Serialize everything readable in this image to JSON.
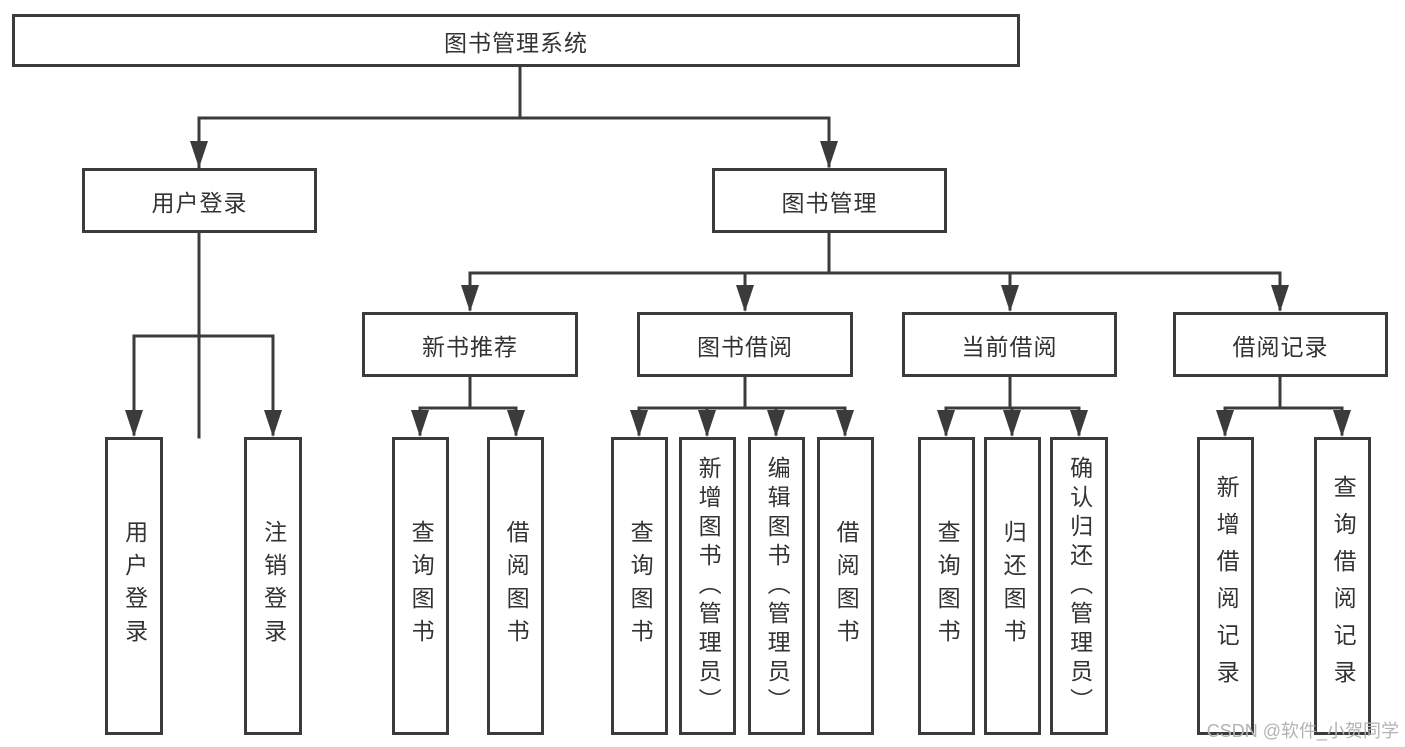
{
  "root": {
    "label": "图书管理系统"
  },
  "level2": {
    "user_login": {
      "label": "用户登录"
    },
    "book_mgmt": {
      "label": "图书管理"
    }
  },
  "level3": {
    "new_books": {
      "label": "新书推荐"
    },
    "borrowing": {
      "label": "图书借阅"
    },
    "current_borrow": {
      "label": "当前借阅"
    },
    "borrow_records": {
      "label": "借阅记录"
    }
  },
  "leaves": {
    "user_login": [
      "用户登录",
      "注销登录"
    ],
    "new_books": [
      "查询图书",
      "借阅图书"
    ],
    "borrowing": [
      "查询图书",
      "新增图书（管理员）",
      "编辑图书（管理员）",
      "借阅图书"
    ],
    "current_borrow": [
      "查询图书",
      "归还图书",
      "确认归还（管理员）"
    ],
    "borrow_records": [
      "新增借阅记录",
      "查询借阅记录"
    ]
  },
  "watermark": "CSDN @软件_小贺同学",
  "colors": {
    "line": "#3b3b3b",
    "text": "#333333",
    "watermark": "#b3b3b3",
    "background": "#ffffff"
  }
}
